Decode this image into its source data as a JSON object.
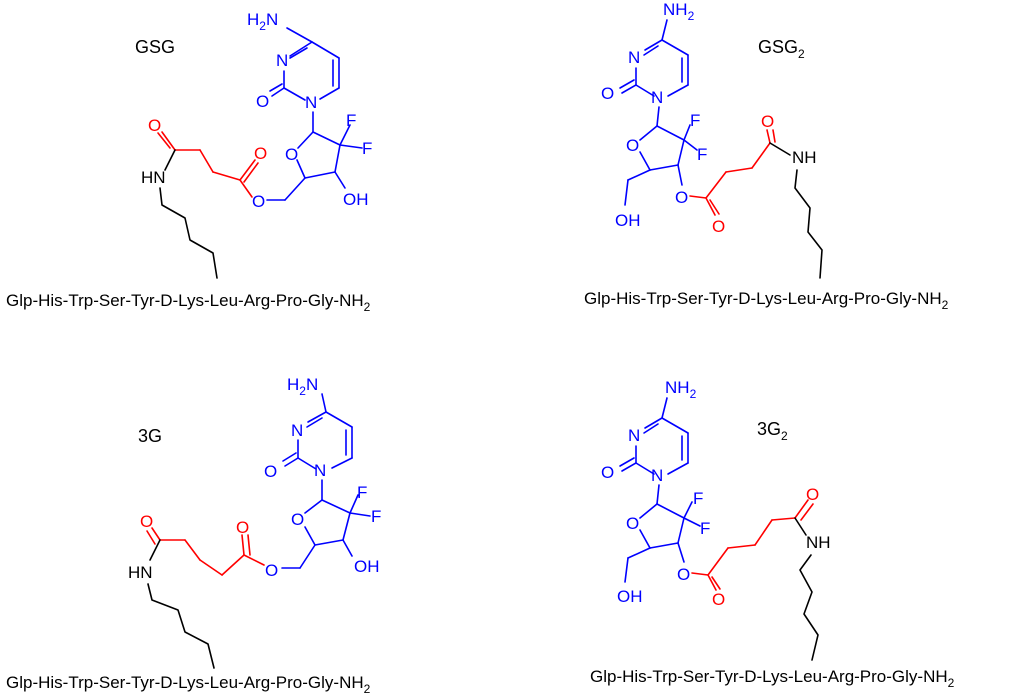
{
  "colors": {
    "linker": "#ff0000",
    "nucleoside": "#0000ff",
    "peptide": "#000000"
  },
  "panels": [
    {
      "title": "GSG",
      "title_sub": "",
      "peptide": "Glp-His-Trp-Ser-Tyr-D-Lys-Leu-Arg-Pro-Gly-NH",
      "peptide_sub": "2"
    },
    {
      "title": "GSG",
      "title_sub": "2",
      "peptide": "Glp-His-Trp-Ser-Tyr-D-Lys-Leu-Arg-Pro-Gly-NH",
      "peptide_sub": "2"
    },
    {
      "title": "3G",
      "title_sub": "",
      "peptide": "Glp-His-Trp-Ser-Tyr-D-Lys-Leu-Arg-Pro-Gly-NH",
      "peptide_sub": "2"
    },
    {
      "title": "3G",
      "title_sub": "2",
      "peptide": "Glp-His-Trp-Ser-Tyr-D-Lys-Leu-Arg-Pro-Gly-NH",
      "peptide_sub": "2"
    }
  ],
  "atoms": {
    "amine_h": "H",
    "amine_n": "N",
    "amine_h2_right": "NH",
    "two": "2",
    "n": "N",
    "o": "O",
    "f": "F",
    "oh": "OH",
    "hn": "HN",
    "nh": "NH"
  }
}
